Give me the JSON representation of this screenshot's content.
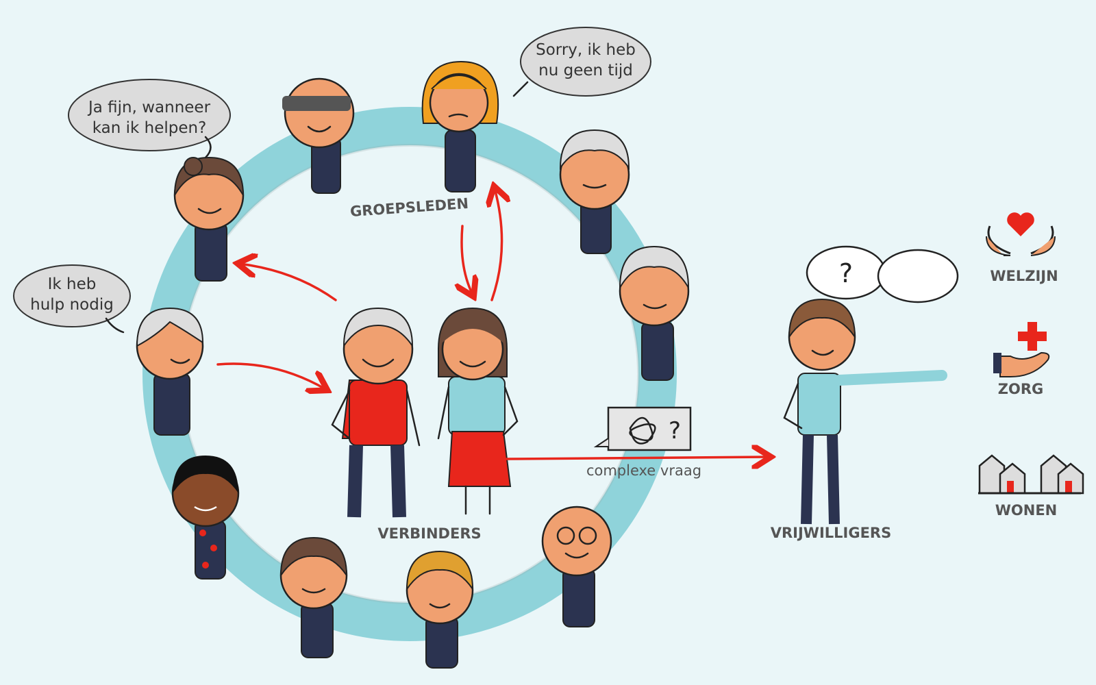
{
  "bubbles": {
    "helper": [
      "Ja fijn, wanneer",
      "kan ik helpen?"
    ],
    "busy": [
      "Sorry, ik heb",
      "nu geen tijd"
    ],
    "needs_help": [
      "Ik heb",
      "hulp nodig"
    ],
    "volunteer_question": "?",
    "complex_question_mark": "?"
  },
  "labels": {
    "group_members": "GROEPSLEDEN",
    "connectors": "VERBINDERS",
    "complex_question": "complexe vraag",
    "volunteers": "VRIJWILLIGERS"
  },
  "domains": [
    {
      "label": "WELZIJN",
      "icon": "hands-heart-icon"
    },
    {
      "label": "ZORG",
      "icon": "hand-cross-icon"
    },
    {
      "label": "WONEN",
      "icon": "houses-icon"
    }
  ],
  "colors": {
    "background": "#eaf6f8",
    "ring": "#8fd3da",
    "accent_red": "#e8261c",
    "navy": "#2b3350",
    "skin": "#f0a070"
  }
}
